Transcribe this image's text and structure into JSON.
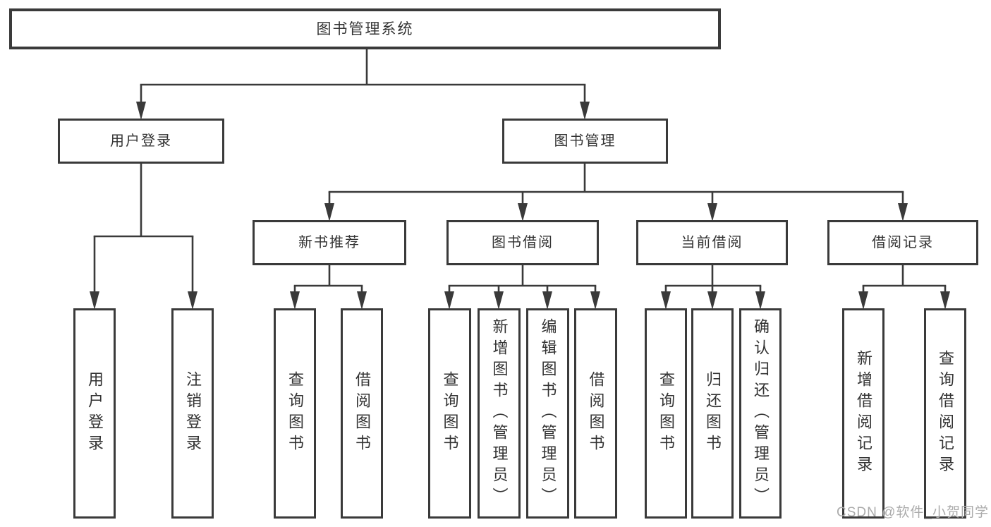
{
  "diagram": {
    "root": {
      "label": "图书管理系统"
    },
    "level2": [
      {
        "label": "用户登录"
      },
      {
        "label": "图书管理"
      }
    ],
    "level3": [
      {
        "label": "新书推荐"
      },
      {
        "label": "图书借阅"
      },
      {
        "label": "当前借阅"
      },
      {
        "label": "借阅记录"
      }
    ],
    "leaves": {
      "user_login": [
        "用户登录",
        "注销登录"
      ],
      "new_books": [
        "查询图书",
        "借阅图书"
      ],
      "book_borrow": [
        "查询图书",
        "新增图书（管理员）",
        "编辑图书（管理员）",
        "借阅图书"
      ],
      "current_borrow": [
        "查询图书",
        "归还图书",
        "确认归还（管理员）"
      ],
      "borrow_records": [
        "新增借阅记录",
        "查询借阅记录"
      ]
    },
    "watermark": "CSDN @软件_小贺同学",
    "colors": {
      "line": "#3a3a3a",
      "text": "#333333",
      "background": "#ffffff",
      "watermark": "#ababab"
    }
  }
}
